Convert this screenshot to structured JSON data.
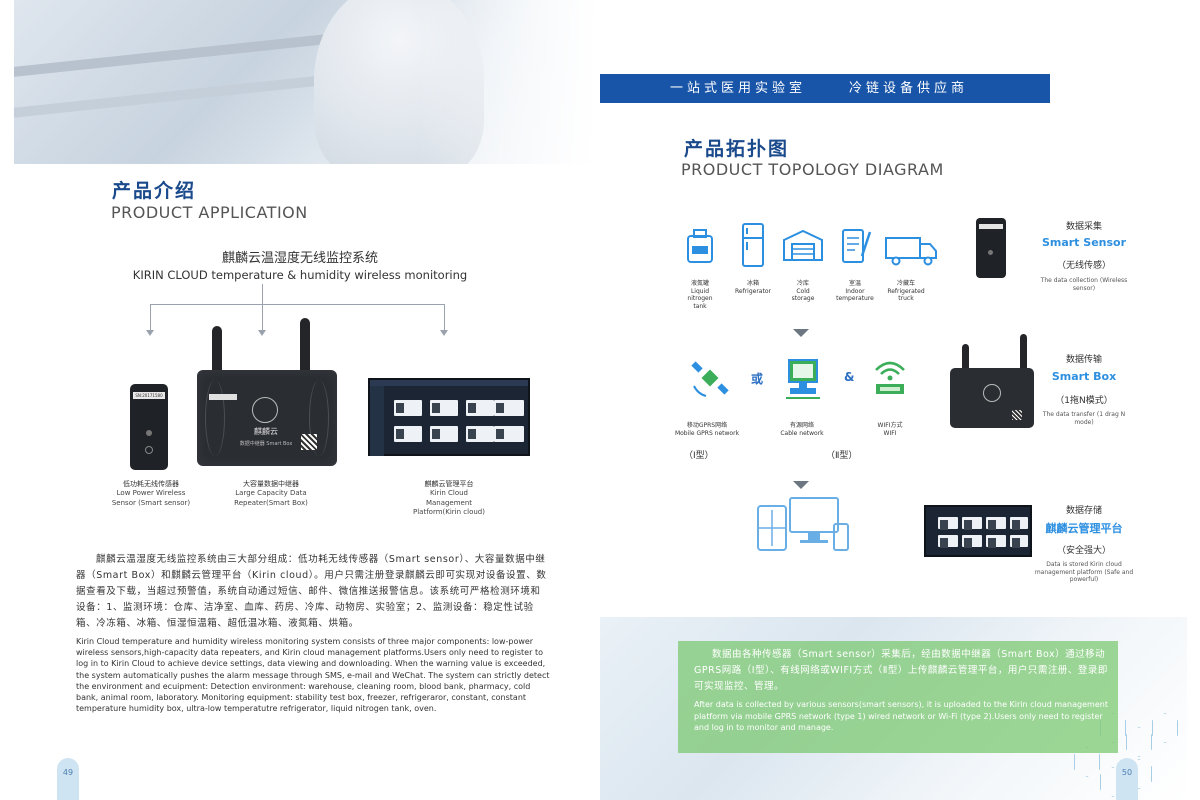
{
  "left": {
    "title_cn": "产品介绍",
    "title_en": "PRODUCT APPLICATION",
    "system_cn": "麒麟云温湿度无线监控系统",
    "system_en": "KIRIN CLOUD temperature & humidity wireless monitoring",
    "sensor_tag": "SN:20171580",
    "box_tag": "SN:20171580",
    "box_brand": "麒麟云",
    "box_model": "数据中继器 Smart Box",
    "devices": [
      {
        "cn": "低功耗无线传感器",
        "en": "Low Power Wireless Sensor (Smart sensor)"
      },
      {
        "cn": "大容量数据中继器",
        "en": "Large Capacity Data Repeater(Smart Box)"
      },
      {
        "cn": "麒麟云管理平台",
        "en": "Kirin Cloud Management Platform(Kirin cloud)"
      }
    ],
    "paragraph_cn": "麒麟云温湿度无线监控系统由三大部分组成：低功耗无线传感器（Smart sensor）、大容量数据中继器（Smart Box）和麒麟云管理平台（Kirin cloud）。用户只需注册登录麒麟云即可实现对设备设置、数据查看及下载，当超过预警值，系统自动通过短信、邮件、微信推送报警信息。该系统可严格检测环境和设备：1、监测环境：仓库、洁净室、血库、药房、冷库、动物房、实验室；2、监测设备：稳定性试验箱、冷冻箱、冰箱、恒湿恒温箱、超低温冰箱、液氮箱、烘箱。",
    "paragraph_en": "Kirin Cloud temperature and humidity wireless monitoring system consists of three major components: low-power wireless sensors,high-capacity data repeaters, and Kirin cloud management platforms.Users only need to register to log in to Kirin Cloud to achieve device settings, data viewing and downloading. When the warning value is exceeded, the system automatically pushes the alarm message through SMS, e-mail and WeChat. The system can strictly detect the environment and ecuipment: Detection environment: warehouse, cleaning room, blood bank, pharmacy, cold bank, animal room, laboratory. Monitoring equipment: stability test box, freezer, refrigeraror, constant, constant temperature humidity box, ultra-low temperatutre refrigerator, liquid nitrogen tank, oven.",
    "page_number": "49"
  },
  "right": {
    "banner_part1": "一站式医用实验室",
    "banner_part2": "冷链设备供应商",
    "title_cn": "产品拓扑图",
    "title_en": "PRODUCT  TOPOLOGY DIAGRAM",
    "phone_tag": "SN:20171580",
    "collection_items": [
      {
        "cn": "液氮罐",
        "en": "Liquid nitrogen tank"
      },
      {
        "cn": "冰箱",
        "en": "Refrigerator"
      },
      {
        "cn": "冷库",
        "en": "Cold storage"
      },
      {
        "cn": "室温",
        "en": "Indoor temperature"
      },
      {
        "cn": "冷藏车",
        "en": "Refrigerated truck"
      }
    ],
    "networks": [
      {
        "cn": "移动GPRS网络",
        "en": "Mobile GPRS network"
      },
      {
        "cn": "有源网络",
        "en": "Cable network"
      },
      {
        "cn": "WIFI方式",
        "en": "WIFI"
      }
    ],
    "or_symbol": "或",
    "and_symbol": "&",
    "type1": "（Ⅰ型）",
    "type2": "（Ⅱ型）",
    "sections": [
      {
        "cn": "数据采集",
        "name": "Smart Sensor",
        "paren": "（无线传感）",
        "en": "The data collection (Wireless sensor)"
      },
      {
        "cn": "数据传输",
        "name": "Smart Box",
        "paren": "（1拖N模式）",
        "en": "The data transfer (1 drag N mode)"
      },
      {
        "cn": "数据存储",
        "name": "麒麟云管理平台",
        "paren": "（安全强大）",
        "en": "Data is stored Kirin cloud management platform (Safe and powerful)"
      }
    ],
    "green_cn": "数据由各种传感器（Smart sensor）采集后，经由数据中继器（Smart Box）通过移动GPRS网路（Ⅰ型）、有线网络或WIFI方式（Ⅱ型）上传麒麟云管理平台，用户只需注册、登录即可实现监控、管理。",
    "green_en": "After data is collected by various sensors(smart sensors), it is uploaded to the Kirin cloud management platform via mobile GPRS network (type 1) wired network or Wi-Fi (type 2).Users only need to register and log in to monitor and manage.",
    "page_number": "50"
  },
  "colors": {
    "brand_blue": "#1855a8",
    "accent_blue": "#2d8fe0",
    "green_panel": "#78c86e"
  }
}
